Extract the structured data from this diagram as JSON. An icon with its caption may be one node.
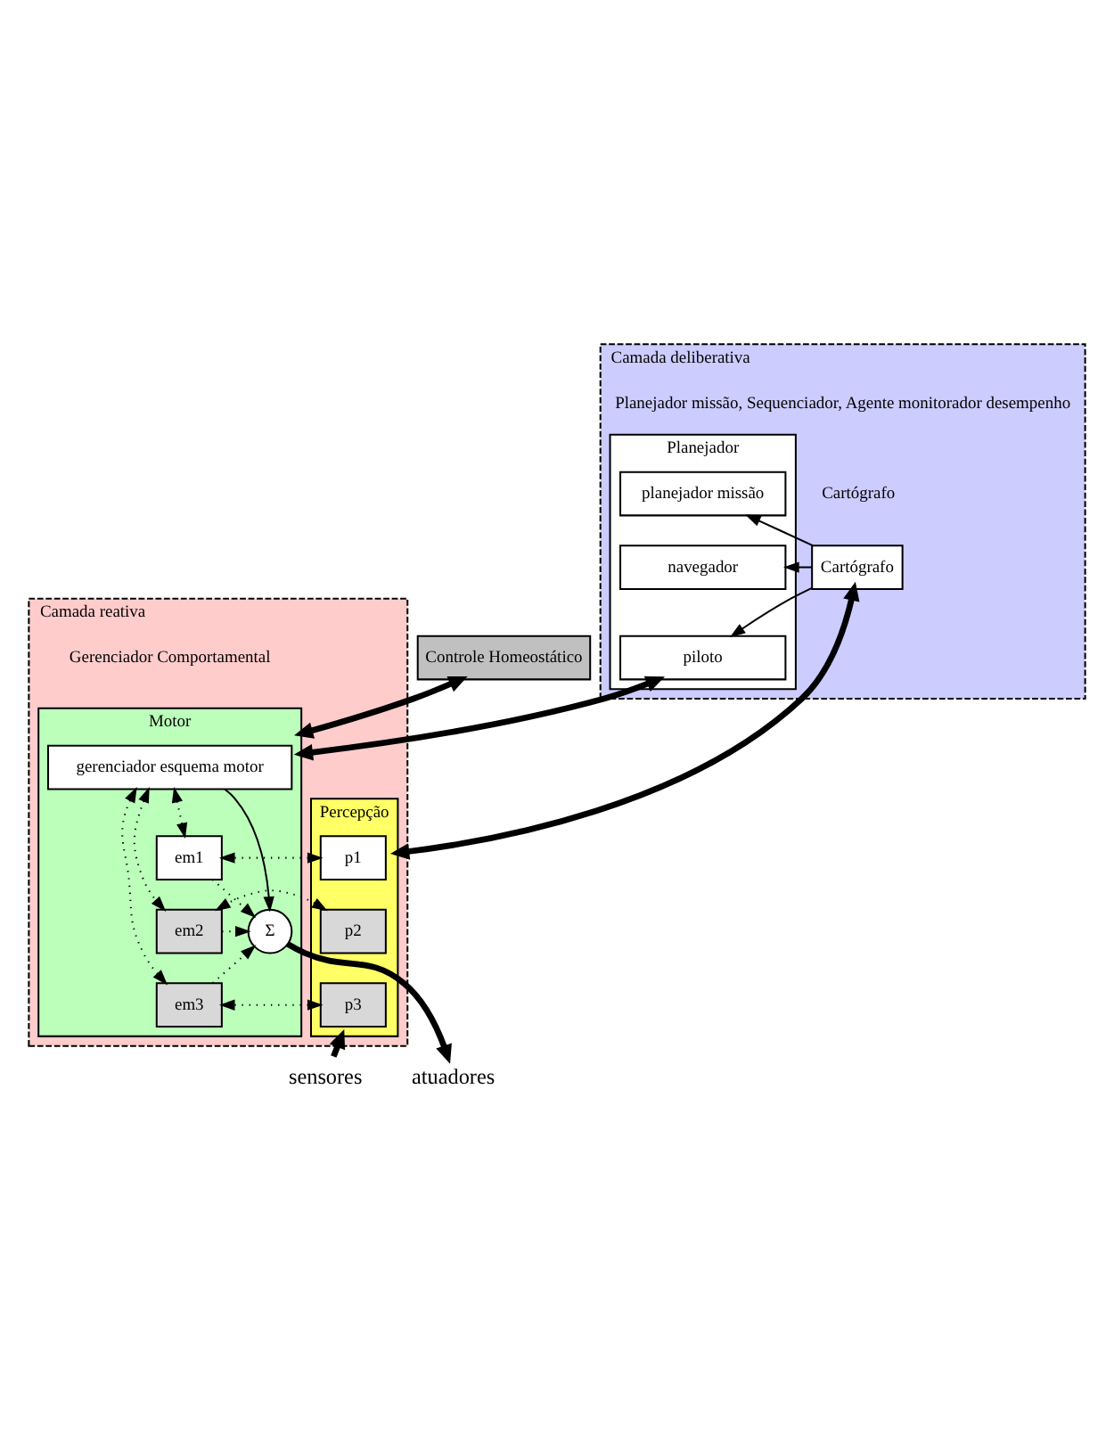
{
  "diagram": {
    "nodes": [
      {
        "text": [
          "Camada deliberativa"
        ]
      },
      {
        "text": [
          "Cartógrafo"
        ],
        "in": 0,
        "beside": [
          "Cartógrafo"
        ]
      },
      {
        "text": [
          "Planejador"
        ],
        "in": 0,
        "beside": [
          "Planejador missão, Sequenciador, Agente monitorador desempenho"
        ]
      },
      {
        "text": [
          "planejador missão"
        ],
        "in": 2
      },
      {
        "text": [
          "navegador"
        ],
        "in": 2
      },
      {
        "text": [
          "piloto"
        ],
        "in": 2
      },
      {
        "text": [
          "Controle Homeostático"
        ]
      },
      {
        "text": [
          "Camada reativa"
        ]
      },
      {
        "text": [
          "Percepção"
        ],
        "in": 7
      },
      {
        "text": [
          "p1"
        ],
        "in": 8
      },
      {
        "text": [
          "p2"
        ],
        "in": 8
      },
      {
        "text": [
          "p3"
        ],
        "in": 8
      },
      {
        "text": [
          "Motor"
        ],
        "in": 7,
        "beside": [
          "Gerenciador Comportamental"
        ]
      },
      {
        "text": [
          "gerenciador esquema motor"
        ],
        "in": 12
      },
      {
        "text": [
          "em1"
        ],
        "in": 12
      },
      {
        "text": [
          "em2"
        ],
        "in": 12
      },
      {
        "text": [
          "em3"
        ],
        "in": 12
      },
      {
        "text": [
          "Σ"
        ],
        "in": 12
      },
      {
        "text": [
          "sensores"
        ]
      },
      {
        "text": [
          "atuadores"
        ]
      }
    ],
    "edges": [
      {
        "from": 1,
        "to": 3,
        "arrow": "to"
      },
      {
        "from": 1,
        "to": 4,
        "arrow": "to"
      },
      {
        "from": 1,
        "to": 5,
        "arrow": "to"
      },
      {
        "from": 1,
        "to": 8,
        "arrow": "both",
        "style": "thick"
      },
      {
        "from": 5,
        "to": 12,
        "arrow": "both",
        "style": "thick"
      },
      {
        "from": 6,
        "to": 12,
        "arrow": "both",
        "style": "thick"
      },
      {
        "from": 13,
        "to": 14,
        "arrow": "both",
        "style": "dashed"
      },
      {
        "from": 13,
        "to": 15,
        "arrow": "both",
        "style": "dashed"
      },
      {
        "from": 13,
        "to": 16,
        "arrow": "both",
        "style": "dashed"
      },
      {
        "from": 9,
        "to": 14,
        "arrow": "both",
        "style": "dashed"
      },
      {
        "from": 10,
        "to": 15,
        "arrow": "both",
        "style": "dashed"
      },
      {
        "from": 11,
        "to": 16,
        "arrow": "both",
        "style": "dashed"
      },
      {
        "from": 13,
        "to": 17,
        "arrow": "to"
      },
      {
        "from": 14,
        "to": 17,
        "arrow": "to",
        "style": "dashed"
      },
      {
        "from": 15,
        "to": 17,
        "arrow": "to",
        "style": "dashed"
      },
      {
        "from": 16,
        "to": 17,
        "arrow": "to",
        "style": "dashed"
      },
      {
        "from": 18,
        "to": 8,
        "arrow": "to",
        "style": "thick"
      },
      {
        "from": 17,
        "to": 19,
        "arrow": "to",
        "style": "thick"
      }
    ]
  }
}
